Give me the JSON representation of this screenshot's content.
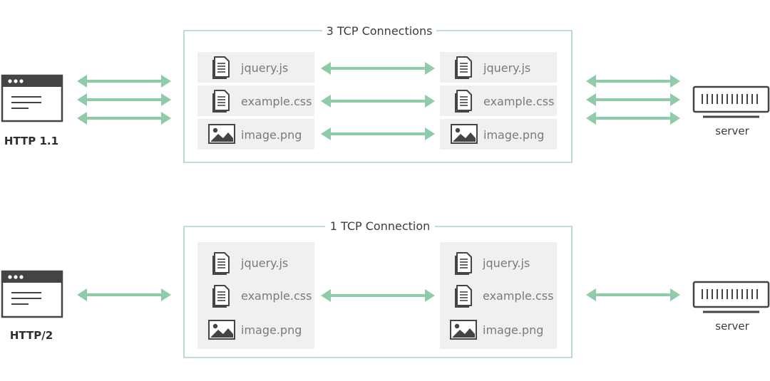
{
  "sections": [
    {
      "id": "http11",
      "client_label": "HTTP 1.1",
      "server_label": "server",
      "frame_title": "3 TCP Connections",
      "client_files": [
        {
          "name": "jquery.js",
          "icon": "document-icon"
        },
        {
          "name": "example.css",
          "icon": "document-icon"
        },
        {
          "name": "image.png",
          "icon": "image-icon"
        }
      ],
      "server_files": [
        {
          "name": "jquery.js",
          "icon": "document-icon"
        },
        {
          "name": "example.css",
          "icon": "document-icon"
        },
        {
          "name": "image.png",
          "icon": "image-icon"
        }
      ],
      "connections": 3
    },
    {
      "id": "http2",
      "client_label": "HTTP/2",
      "server_label": "server",
      "frame_title": "1 TCP Connection",
      "client_files": [
        {
          "name": "jquery.js",
          "icon": "document-icon"
        },
        {
          "name": "example.css",
          "icon": "document-icon"
        },
        {
          "name": "image.png",
          "icon": "image-icon"
        }
      ],
      "server_files": [
        {
          "name": "jquery.js",
          "icon": "document-icon"
        },
        {
          "name": "example.css",
          "icon": "document-icon"
        },
        {
          "name": "image.png",
          "icon": "image-icon"
        }
      ],
      "connections": 1
    }
  ],
  "colors": {
    "arrow": "#8fcba8",
    "frame": "#a9d3cd",
    "panel": "#f0f0f0",
    "icon": "#444444"
  }
}
